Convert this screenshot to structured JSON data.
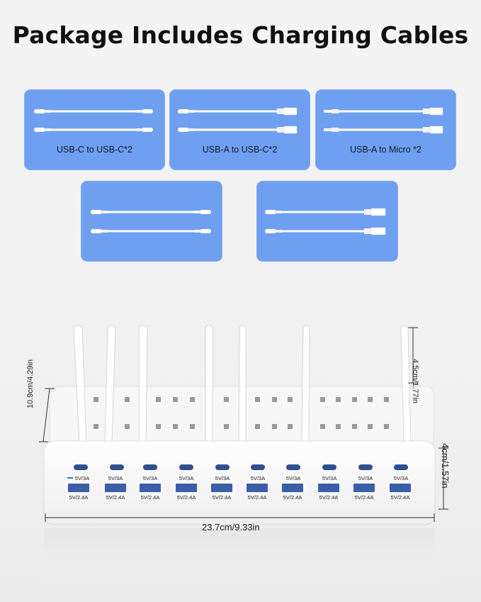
{
  "title": "Package Includes Charging Cables",
  "cards": [
    {
      "label": "USB-C to USB-C*2",
      "left_end": "usb-c",
      "right_end": "usb-c"
    },
    {
      "label": "USB-A to USB-C*2",
      "left_end": "usb-c",
      "right_end": "usb-a"
    },
    {
      "label": "USB-A to Micro *2",
      "left_end": "micro",
      "right_end": "usb-a"
    },
    {
      "label": "",
      "left_end": "usb-c",
      "right_end": "usb-c"
    },
    {
      "label": "",
      "left_end": "usb-c",
      "right_end": "usb-a"
    }
  ],
  "dimensions": {
    "width": "23.7cm/9.33in",
    "depth": "10.9cm/4.29in",
    "divider_height": "4.5cm/1.77in",
    "base_height": "4cm/1.57in"
  },
  "ports": {
    "usb_c_label": "5V/3A",
    "usb_a_label": "5V/2.4A",
    "count": 10
  },
  "colors": {
    "card_bg": "#6f9ff0",
    "dock_body": "#ffffff",
    "port": "#3b5ea8"
  }
}
